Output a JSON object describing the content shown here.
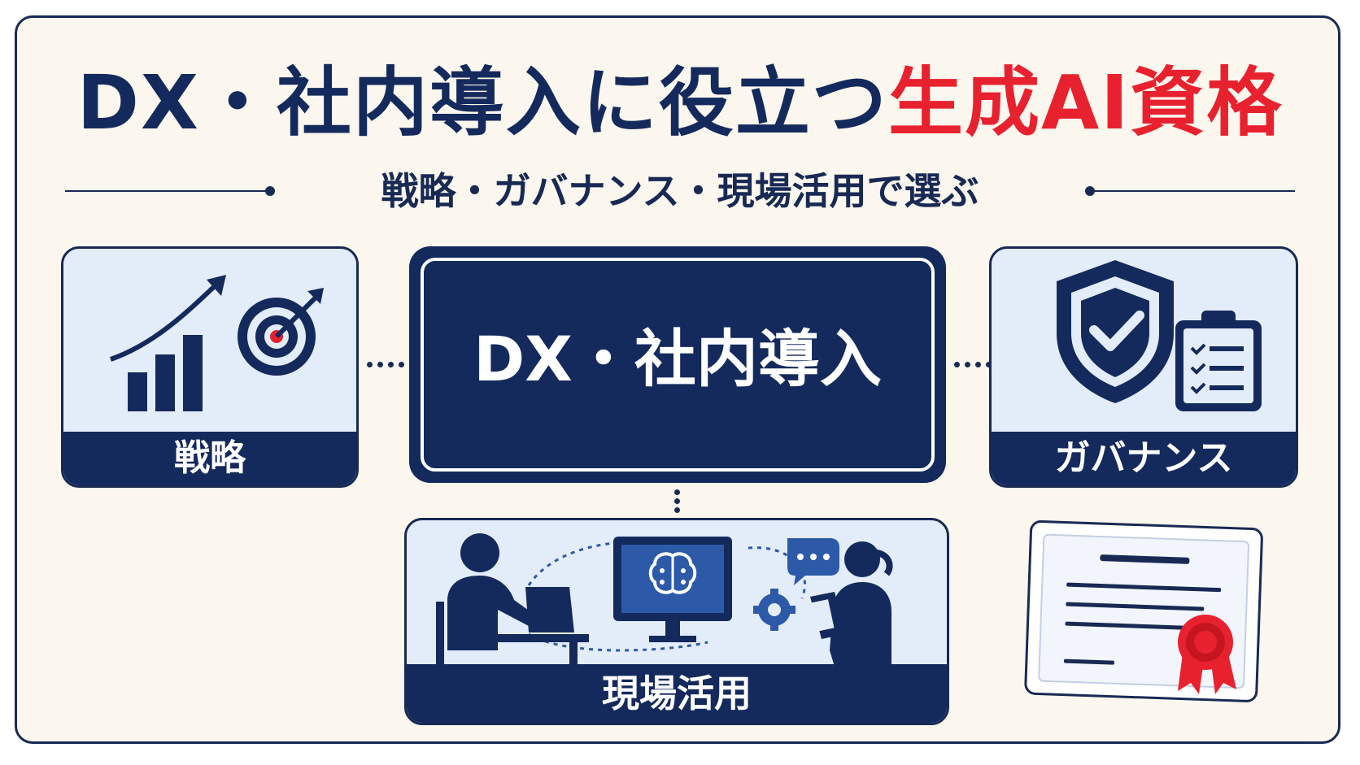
{
  "title": {
    "main": "DX・社内導入に役立つ",
    "accent": "生成AI資格"
  },
  "subtitle": "戦略・ガバナンス・現場活用で選ぶ",
  "center": {
    "label": "DX・社内導入"
  },
  "cards": {
    "strategy": {
      "label": "戦略",
      "icons": [
        "growth-chart-icon",
        "target-icon"
      ]
    },
    "governance": {
      "label": "ガバナンス",
      "icons": [
        "shield-check-icon",
        "clipboard-checklist-icon"
      ]
    },
    "field": {
      "label": "現場活用",
      "icons": [
        "person-laptop-icon",
        "ai-brain-monitor-icon",
        "gear-icon",
        "chat-bubble-icon",
        "person-tablet-icon"
      ]
    }
  },
  "certificate": {
    "icons": [
      "certificate-icon",
      "award-ribbon-icon"
    ]
  },
  "colors": {
    "navy": "#142a5c",
    "red": "#e8212f",
    "card_bg": "#e3ecf9",
    "page_bg": "#fbf6ee",
    "accent_blue": "#2d5aa8"
  }
}
